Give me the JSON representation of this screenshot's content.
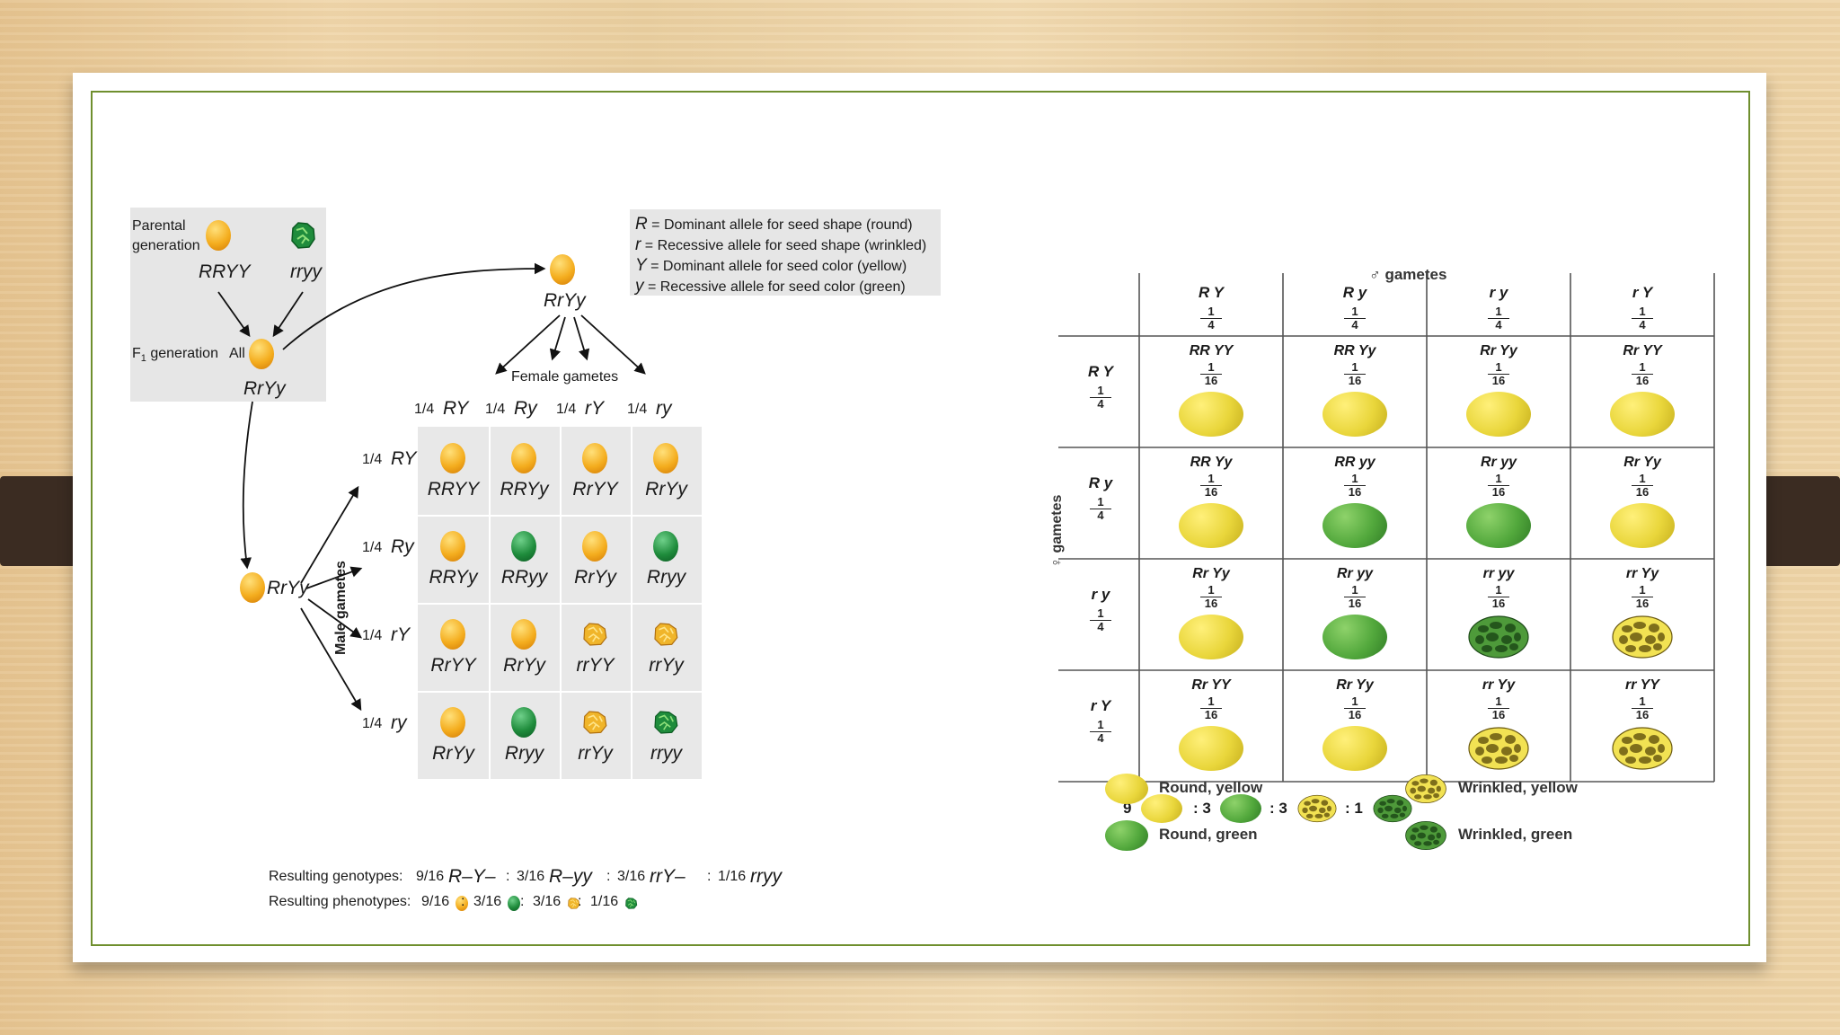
{
  "left": {
    "parental": {
      "label_line1": "Parental",
      "label_line2": "generation",
      "geno1": "RRYY",
      "geno2": "rryy"
    },
    "f1": {
      "label": "F",
      "sub": "1",
      "label_rest": " generation",
      "all": "All",
      "geno": "RrYy"
    },
    "top_geno": "RrYy",
    "left_geno": "RrYy",
    "female_label": "Female gametes",
    "male_label": "Male gametes",
    "female_gametes": [
      {
        "frac": "1/4",
        "g": "RY"
      },
      {
        "frac": "1/4",
        "g": "Ry"
      },
      {
        "frac": "1/4",
        "g": "rY"
      },
      {
        "frac": "1/4",
        "g": "ry"
      }
    ],
    "male_gametes": [
      {
        "frac": "1/4",
        "g": "RY"
      },
      {
        "frac": "1/4",
        "g": "Ry"
      },
      {
        "frac": "1/4",
        "g": "rY"
      },
      {
        "frac": "1/4",
        "g": "ry"
      }
    ],
    "grid": [
      [
        {
          "g": "RRYY",
          "p": "oy"
        },
        {
          "g": "RRYy",
          "p": "oy"
        },
        {
          "g": "RrYY",
          "p": "oy"
        },
        {
          "g": "RrYy",
          "p": "oy"
        }
      ],
      [
        {
          "g": "RRYy",
          "p": "oy"
        },
        {
          "g": "RRyy",
          "p": "og"
        },
        {
          "g": "RrYy",
          "p": "oy"
        },
        {
          "g": "Rryy",
          "p": "og"
        }
      ],
      [
        {
          "g": "RrYY",
          "p": "oy"
        },
        {
          "g": "RrYy",
          "p": "oy"
        },
        {
          "g": "rrYY",
          "p": "wy"
        },
        {
          "g": "rrYy",
          "p": "wy"
        }
      ],
      [
        {
          "g": "RrYy",
          "p": "oy"
        },
        {
          "g": "Rryy",
          "p": "og"
        },
        {
          "g": "rrYy",
          "p": "wy"
        },
        {
          "g": "rryy",
          "p": "wg"
        }
      ]
    ],
    "legend": [
      {
        "sym": "R",
        "text": " = Dominant allele for seed shape (round)"
      },
      {
        "sym": "r",
        "text": "  = Recessive allele for seed shape (wrinkled)"
      },
      {
        "sym": "Y",
        "text": " = Dominant allele for seed color (yellow)"
      },
      {
        "sym": "y",
        "text": " = Recessive allele for seed color (green)"
      }
    ],
    "genotypes_label": "Resulting genotypes:",
    "genotypes": [
      {
        "f": "9/16",
        "g": "R–Y–"
      },
      {
        "f": "3/16",
        "g": "R–yy"
      },
      {
        "f": "3/16",
        "g": "rrY–"
      },
      {
        "f": "1/16",
        "g": "rryy"
      }
    ],
    "phenotypes_label": "Resulting phenotypes:",
    "phenotypes": [
      "9/16",
      "3/16",
      "3/16",
      "1/16"
    ],
    "colors": {
      "orange": "#f4ad1e",
      "green": "#1f8c3c",
      "border": "#6f8f2e"
    }
  },
  "right": {
    "male_title": "♂ gametes",
    "female_title": "♀ gametes",
    "cols": [
      {
        "g": "R Y",
        "n": "1",
        "d": "4"
      },
      {
        "g": "R y",
        "n": "1",
        "d": "4"
      },
      {
        "g": "r y",
        "n": "1",
        "d": "4"
      },
      {
        "g": "r Y",
        "n": "1",
        "d": "4"
      }
    ],
    "rows": [
      {
        "g": "R Y",
        "n": "1",
        "d": "4"
      },
      {
        "g": "R y",
        "n": "1",
        "d": "4"
      },
      {
        "g": "r y",
        "n": "1",
        "d": "4"
      },
      {
        "g": "r Y",
        "n": "1",
        "d": "4"
      }
    ],
    "cells": [
      [
        {
          "g": "RR YY",
          "p": "ry"
        },
        {
          "g": "RR Yy",
          "p": "ry"
        },
        {
          "g": "Rr Yy",
          "p": "ry"
        },
        {
          "g": "Rr YY",
          "p": "ry"
        }
      ],
      [
        {
          "g": "RR Yy",
          "p": "ry"
        },
        {
          "g": "RR yy",
          "p": "rg"
        },
        {
          "g": "Rr yy",
          "p": "rg"
        },
        {
          "g": "Rr Yy",
          "p": "ry"
        }
      ],
      [
        {
          "g": "Rr Yy",
          "p": "ry"
        },
        {
          "g": "Rr yy",
          "p": "rg"
        },
        {
          "g": "rr yy",
          "p": "wg"
        },
        {
          "g": "rr Yy",
          "p": "wy"
        }
      ],
      [
        {
          "g": "Rr YY",
          "p": "ry"
        },
        {
          "g": "Rr Yy",
          "p": "ry"
        },
        {
          "g": "rr Yy",
          "p": "wy"
        },
        {
          "g": "rr YY",
          "p": "wy"
        }
      ]
    ],
    "cell_n": "1",
    "cell_d": "16",
    "ratio": [
      "9",
      ": 3",
      ": 3",
      ": 1"
    ],
    "legend": [
      {
        "label": "Round, yellow",
        "p": "ry"
      },
      {
        "label": "Wrinkled, yellow",
        "p": "wy"
      },
      {
        "label": "Round, green",
        "p": "rg"
      },
      {
        "label": "Wrinkled, green",
        "p": "wg"
      }
    ]
  }
}
